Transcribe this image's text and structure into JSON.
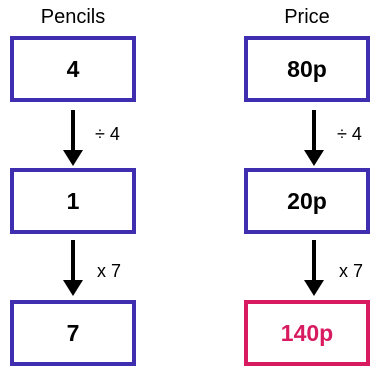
{
  "colors": {
    "box_border": "#3f2fb0",
    "highlight": "#d81b60",
    "arrow": "#000000"
  },
  "left_column": {
    "header": "Pencils",
    "values": [
      "4",
      "1",
      "7"
    ],
    "operations": [
      "÷ 4",
      "x 7"
    ]
  },
  "right_column": {
    "header": "Price",
    "values": [
      "80p",
      "20p",
      "140p"
    ],
    "operations": [
      "÷ 4",
      "x 7"
    ],
    "highlighted_value_index": 2
  }
}
